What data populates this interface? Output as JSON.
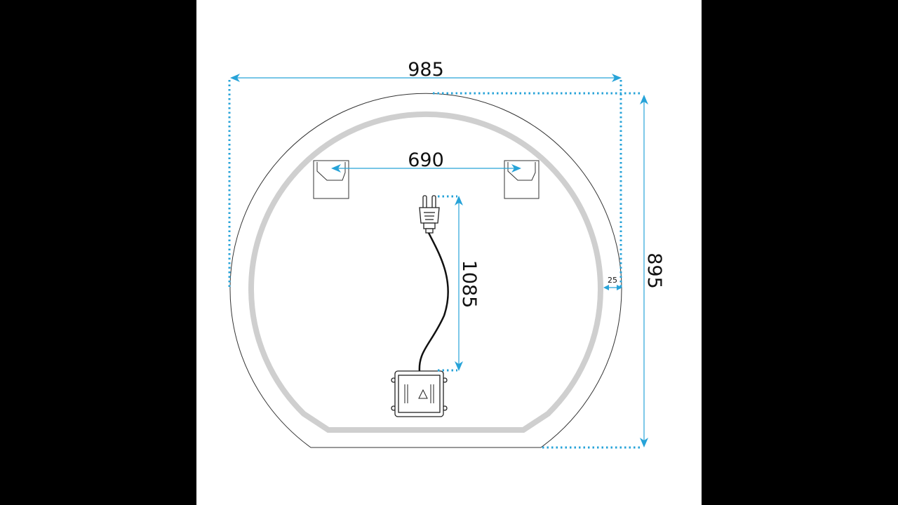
{
  "dimensions": {
    "width": "985",
    "hook_spacing": "690",
    "cable_length": "1085",
    "height": "895",
    "depth": "25"
  },
  "colors": {
    "dimension": "#27a3d8",
    "led_band": "#cfcfcf",
    "outline": "#333333"
  }
}
